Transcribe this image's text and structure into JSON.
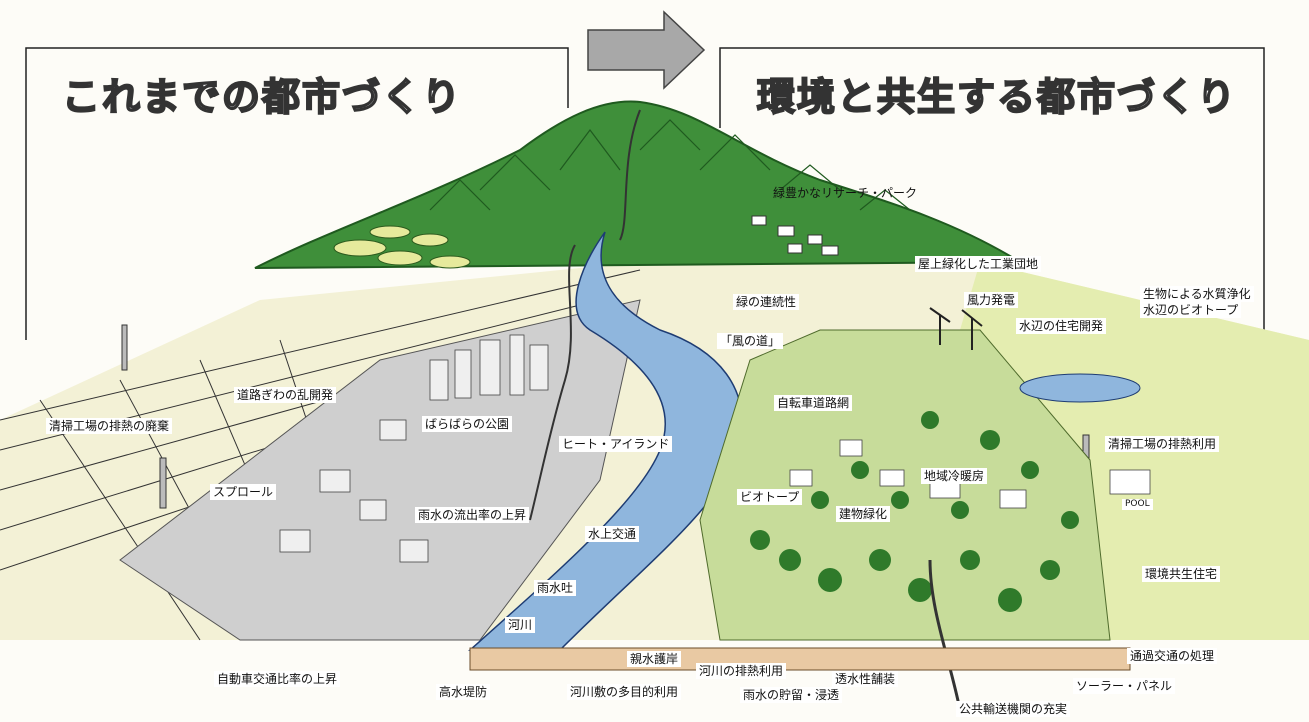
{
  "header": {
    "left_title": "これまでの都市づくり",
    "right_title": "環境と共生する都市づくり"
  },
  "labels": {
    "research_park": "緑豊かなリサーチ・パーク",
    "rooftop_industrial": "屋上緑化した工業団地",
    "bio_purification": "生物による水質浄化",
    "waterside_biotope": "水辺のビオトープ",
    "wind_power": "風力発電",
    "green_continuity": "緑の連続性",
    "waterside_housing": "水辺の住宅開発",
    "wind_path": "「風の道」",
    "road_sprawl": "道路ぎわの乱開発",
    "bicycle_network": "自転車道路網",
    "incinerator_waste": "清掃工場の排熱の廃棄",
    "scattered_parks": "ばらばらの公園",
    "heat_island": "ヒート・アイランド",
    "incinerator_reuse": "清掃工場の排熱利用",
    "district_heating": "地域冷暖房",
    "sprawl": "スプロール",
    "biotope": "ビオトープ",
    "runoff_increase": "雨水の流出率の上昇",
    "building_greening": "建物緑化",
    "water_transport": "水上交通",
    "eco_housing": "環境共生住宅",
    "storm_outlet": "雨水吐",
    "river": "河川",
    "revetment": "親水護岸",
    "river_heat": "河川の排熱利用",
    "permeable_paving": "透水性舗装",
    "through_traffic": "通過交通の処理",
    "car_ratio": "自動車交通比率の上昇",
    "levee": "高水堤防",
    "riverbed_use": "河川敷の多目的利用",
    "rain_storage": "雨水の貯留・浸透",
    "solar_panel": "ソーラー・パネル",
    "public_transit": "公共輸送機関の充実",
    "pool_sign": "POOL"
  },
  "colors": {
    "mountain_green": "#3f8f3a",
    "field_green": "#e4edb0",
    "river_blue": "#8fb6dd",
    "town_gray": "#bdbdbd",
    "tree_green": "#2f7a2a"
  }
}
